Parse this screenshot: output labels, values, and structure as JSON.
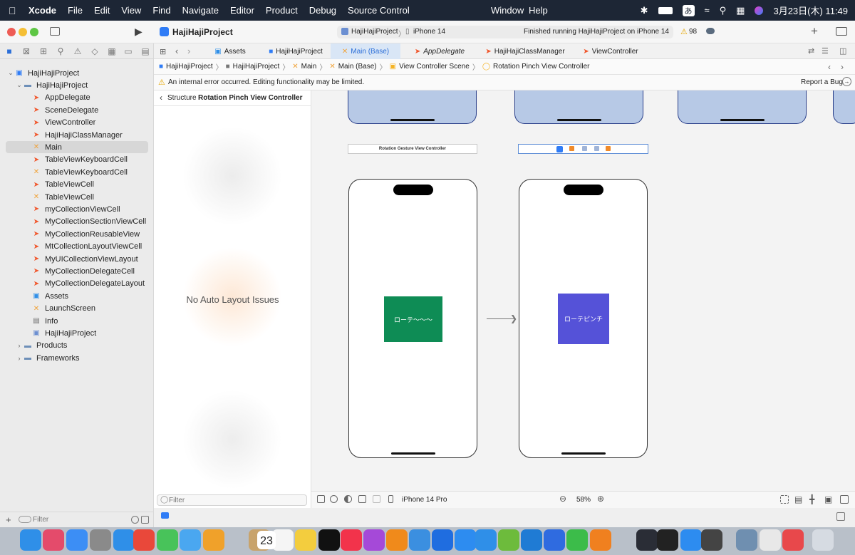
{
  "menubar": {
    "app": "Xcode",
    "items": [
      "File",
      "Edit",
      "View",
      "Find",
      "Navigate",
      "Editor",
      "Product",
      "Debug",
      "Source Control",
      "Window",
      "Help"
    ],
    "input_mode": "あ",
    "clock": "3月23日(木) 11:49"
  },
  "toolbar": {
    "project": "HajiHajiProject",
    "scheme": "HajiHajiProject",
    "device": "iPhone 14",
    "status": "Finished running HajiHajiProject on iPhone 14",
    "warnings": "98"
  },
  "sidebar": {
    "filter_placeholder": "Filter",
    "tree": [
      {
        "label": "HajiHajiProject",
        "type": "project",
        "level": 0
      },
      {
        "label": "HajiHajiProject",
        "type": "folder",
        "level": 1
      },
      {
        "label": "AppDelegate",
        "type": "swift",
        "level": 2
      },
      {
        "label": "SceneDelegate",
        "type": "swift",
        "level": 2
      },
      {
        "label": "ViewController",
        "type": "swift",
        "level": 2
      },
      {
        "label": "HajiHajiClassManager",
        "type": "swift",
        "level": 2
      },
      {
        "label": "Main",
        "type": "xib",
        "level": 2
      },
      {
        "label": "TableViewKeyboardCell",
        "type": "swift",
        "level": 2
      },
      {
        "label": "TableViewKeyboardCell",
        "type": "xib",
        "level": 2
      },
      {
        "label": "TableViewCell",
        "type": "swift",
        "level": 2
      },
      {
        "label": "TableViewCell",
        "type": "xib",
        "level": 2
      },
      {
        "label": "myCollectionViewCell",
        "type": "swift",
        "level": 2
      },
      {
        "label": "MyCollectionSectionViewCell",
        "type": "swift",
        "level": 2
      },
      {
        "label": "MyCollectionReusableView",
        "type": "swift",
        "level": 2
      },
      {
        "label": "MtCollectionLayoutViewCell",
        "type": "swift",
        "level": 2
      },
      {
        "label": "MyUICollectionViewLayout",
        "type": "swift",
        "level": 2
      },
      {
        "label": "MyCollectionDelegateCell",
        "type": "swift",
        "level": 2
      },
      {
        "label": "MyCollectionDelegateLayout",
        "type": "swift",
        "level": 2
      },
      {
        "label": "Assets",
        "type": "assets",
        "level": 2
      },
      {
        "label": "LaunchScreen",
        "type": "xib",
        "level": 2
      },
      {
        "label": "Info",
        "type": "plist",
        "level": 2
      },
      {
        "label": "HajiHajiProject",
        "type": "target",
        "level": 2
      },
      {
        "label": "Products",
        "type": "folder",
        "level": 1
      },
      {
        "label": "Frameworks",
        "type": "folder",
        "level": 1
      }
    ]
  },
  "tabs": [
    "Assets",
    "HajiHajiProject",
    "Main (Base)",
    "AppDelegate",
    "HajiHajiClassManager",
    "ViewController"
  ],
  "jumpbar": [
    "HajiHajiProject",
    "HajiHajiProject",
    "Main",
    "Main (Base)",
    "View Controller Scene",
    "Rotation Pinch View Controller"
  ],
  "warning": {
    "text": "An internal error occurred. Editing functionality may be limited.",
    "report": "Report a Bug"
  },
  "outline": {
    "back": "Structure",
    "title": "Rotation Pinch View Controller",
    "empty": "No Auto Layout Issues",
    "filter_placeholder": "Filter"
  },
  "canvas": {
    "vc1_label": "Rotation Gesture View Controller",
    "vc1_box": "ローテ〜〜〜",
    "vc2_box": "ローテピンチ",
    "device": "iPhone 14 Pro",
    "zoom": "58%"
  },
  "colors": {
    "green_box": "#0e8c55",
    "blue_box": "#5552d8",
    "accent": "#2c6fd8"
  }
}
